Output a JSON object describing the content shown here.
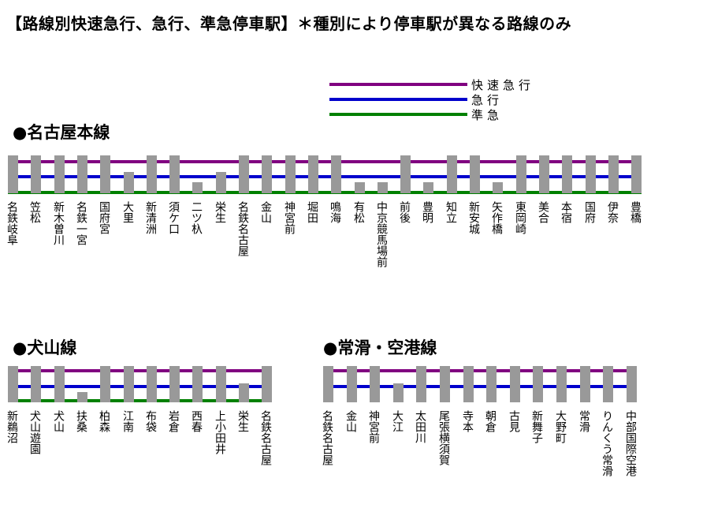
{
  "title": "【路線別快速急行、急行、準急停車駅】＊種別により停車駅が異なる路線のみ",
  "colors": {
    "rapid_express": "#800080",
    "express": "#0000cc",
    "semi_express": "#008000",
    "station_bar": "#999999"
  },
  "legend": [
    {
      "label": "快速急行",
      "color": "#800080"
    },
    {
      "label": "急行",
      "color": "#0000cc"
    },
    {
      "label": "準急",
      "color": "#008000"
    }
  ],
  "lines": [
    {
      "name": "●名古屋本線",
      "stations": [
        {
          "name": "名鉄岐阜",
          "rapid": true,
          "express": true,
          "semi": true
        },
        {
          "name": "笠松",
          "rapid": true,
          "express": true,
          "semi": true
        },
        {
          "name": "新木曽川",
          "rapid": true,
          "express": true,
          "semi": true
        },
        {
          "name": "名鉄一宮",
          "rapid": true,
          "express": true,
          "semi": true
        },
        {
          "name": "国府宮",
          "rapid": true,
          "express": true,
          "semi": true
        },
        {
          "name": "大里",
          "rapid": false,
          "express": true,
          "semi": true
        },
        {
          "name": "新清洲",
          "rapid": true,
          "express": true,
          "semi": true
        },
        {
          "name": "須ケ口",
          "rapid": true,
          "express": true,
          "semi": true
        },
        {
          "name": "二ツ杁",
          "rapid": false,
          "express": false,
          "semi": true
        },
        {
          "name": "栄生",
          "rapid": false,
          "express": true,
          "semi": true
        },
        {
          "name": "名鉄名古屋",
          "rapid": true,
          "express": true,
          "semi": true
        },
        {
          "name": "金山",
          "rapid": true,
          "express": true,
          "semi": true
        },
        {
          "name": "神宮前",
          "rapid": true,
          "express": true,
          "semi": true
        },
        {
          "name": "堀田",
          "rapid": true,
          "express": true,
          "semi": true
        },
        {
          "name": "鳴海",
          "rapid": true,
          "express": true,
          "semi": true
        },
        {
          "name": "有松",
          "rapid": false,
          "express": false,
          "semi": true
        },
        {
          "name": "中京競馬場前",
          "rapid": false,
          "express": false,
          "semi": true
        },
        {
          "name": "前後",
          "rapid": true,
          "express": true,
          "semi": true
        },
        {
          "name": "豊明",
          "rapid": false,
          "express": false,
          "semi": true
        },
        {
          "name": "知立",
          "rapid": true,
          "express": true,
          "semi": true
        },
        {
          "name": "新安城",
          "rapid": true,
          "express": true,
          "semi": true
        },
        {
          "name": "矢作橋",
          "rapid": false,
          "express": false,
          "semi": true
        },
        {
          "name": "東岡崎",
          "rapid": true,
          "express": true,
          "semi": true
        },
        {
          "name": "美合",
          "rapid": true,
          "express": true,
          "semi": true
        },
        {
          "name": "本宿",
          "rapid": true,
          "express": true,
          "semi": true
        },
        {
          "name": "国府",
          "rapid": true,
          "express": true,
          "semi": true
        },
        {
          "name": "伊奈",
          "rapid": true,
          "express": true,
          "semi": true
        },
        {
          "name": "豊橋",
          "rapid": true,
          "express": true,
          "semi": true
        }
      ]
    },
    {
      "name": "●犬山線",
      "stations": [
        {
          "name": "新鵜沼",
          "rapid": true,
          "express": true,
          "semi": true
        },
        {
          "name": "犬山遊園",
          "rapid": true,
          "express": true,
          "semi": true
        },
        {
          "name": "犬山",
          "rapid": true,
          "express": true,
          "semi": true
        },
        {
          "name": "扶桑",
          "rapid": false,
          "express": false,
          "semi": true
        },
        {
          "name": "柏森",
          "rapid": true,
          "express": true,
          "semi": true
        },
        {
          "name": "江南",
          "rapid": true,
          "express": true,
          "semi": true
        },
        {
          "name": "布袋",
          "rapid": true,
          "express": true,
          "semi": true
        },
        {
          "name": "岩倉",
          "rapid": true,
          "express": true,
          "semi": true
        },
        {
          "name": "西春",
          "rapid": true,
          "express": true,
          "semi": true
        },
        {
          "name": "上小田井",
          "rapid": true,
          "express": true,
          "semi": true
        },
        {
          "name": "栄生",
          "rapid": false,
          "express": true,
          "semi": true
        },
        {
          "name": "名鉄名古屋",
          "rapid": true,
          "express": true,
          "semi": true
        }
      ]
    },
    {
      "name": "●常滑・空港線",
      "stations": [
        {
          "name": "名鉄名古屋",
          "rapid": true,
          "express": true,
          "semi": false
        },
        {
          "name": "金山",
          "rapid": true,
          "express": true,
          "semi": false
        },
        {
          "name": "神宮前",
          "rapid": true,
          "express": true,
          "semi": false
        },
        {
          "name": "大江",
          "rapid": false,
          "express": true,
          "semi": false
        },
        {
          "name": "太田川",
          "rapid": true,
          "express": true,
          "semi": false
        },
        {
          "name": "尾張横須賀",
          "rapid": true,
          "express": true,
          "semi": false
        },
        {
          "name": "寺本",
          "rapid": true,
          "express": true,
          "semi": false
        },
        {
          "name": "朝倉",
          "rapid": true,
          "express": true,
          "semi": false
        },
        {
          "name": "古見",
          "rapid": true,
          "express": true,
          "semi": false
        },
        {
          "name": "新舞子",
          "rapid": true,
          "express": true,
          "semi": false
        },
        {
          "name": "大野町",
          "rapid": true,
          "express": true,
          "semi": false
        },
        {
          "name": "常滑",
          "rapid": true,
          "express": true,
          "semi": false
        },
        {
          "name": "りんくう常滑",
          "rapid": true,
          "express": true,
          "semi": false
        },
        {
          "name": "中部国際空港",
          "rapid": true,
          "express": true,
          "semi": false
        }
      ]
    }
  ]
}
